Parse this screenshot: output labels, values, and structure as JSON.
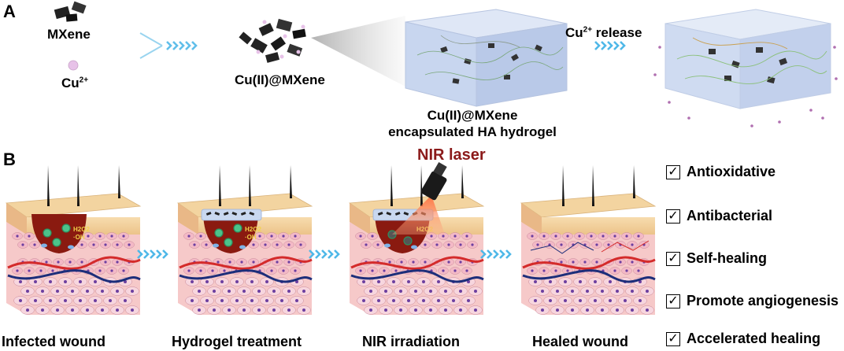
{
  "panel_a": {
    "letter": "A",
    "mxene_label": "MXene",
    "cu_label": "Cu",
    "cu_sup": "2+",
    "composite_label": "Cu(II)@MXene",
    "hydrogel_label_line1": "Cu(II)@MXene",
    "hydrogel_label_line2": "encapsulated HA hydrogel",
    "release_label": "Cu",
    "release_sup": "2+",
    "release_suffix": " release"
  },
  "panel_b": {
    "letter": "B",
    "nir_label": "NIR laser",
    "stages": [
      "Infected wound",
      "Hydrogel treatment",
      "NIR irradiation",
      "Healed wound"
    ],
    "wound_text_h2o2": "H2O2",
    "wound_text_oh": "·OH",
    "benefits": [
      "Antioxidative",
      "Antibacterial",
      "Self-healing",
      "Promote angiogenesis",
      "Accelerated healing"
    ],
    "check_glyph": "✓"
  },
  "colors": {
    "arrow": "#4fb8e8",
    "hydrogel": "#c9d8f0",
    "wound": "#8a1a10",
    "skin_top": "#f3d4a0",
    "dermis": "#f6c9c9",
    "blood_red": "#d42b2b",
    "blood_blue": "#1d2e7a",
    "nir_red": "#8b1a1a"
  }
}
